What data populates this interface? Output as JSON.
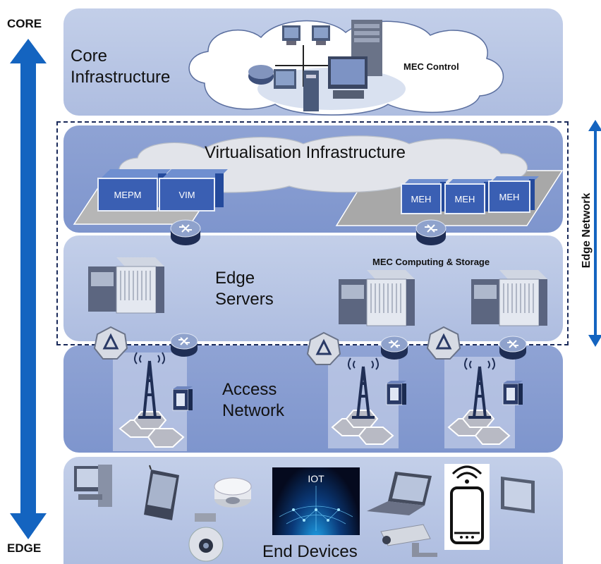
{
  "axis": {
    "top_label": "CORE",
    "bottom_label": "EDGE",
    "edge_network_label": "Edge Network"
  },
  "layers": {
    "core": {
      "label_line1": "Core",
      "label_line2": "Infrastructure",
      "cloud_label": "MEC Control"
    },
    "virtualisation": {
      "cloud_label": "Virtualisation Infrastructure",
      "boxes_left": [
        "MEPM",
        "VIM"
      ],
      "boxes_right": [
        "MEH",
        "MEH",
        "MEH"
      ]
    },
    "edge_servers": {
      "label_line1": "Edge",
      "label_line2": "Servers",
      "caption": "MEC Computing & Storage"
    },
    "access": {
      "label_line1": "Access",
      "label_line2": "Network"
    },
    "end_devices": {
      "label": "End Devices",
      "iot_label": "IOT"
    }
  },
  "colors": {
    "arrow_blue": "#1464c0",
    "box_blue": "#3a5fb3",
    "layer_light": "#bac8e6",
    "layer_dark": "#8fa3d4",
    "dash_border": "#1a2a5a"
  }
}
